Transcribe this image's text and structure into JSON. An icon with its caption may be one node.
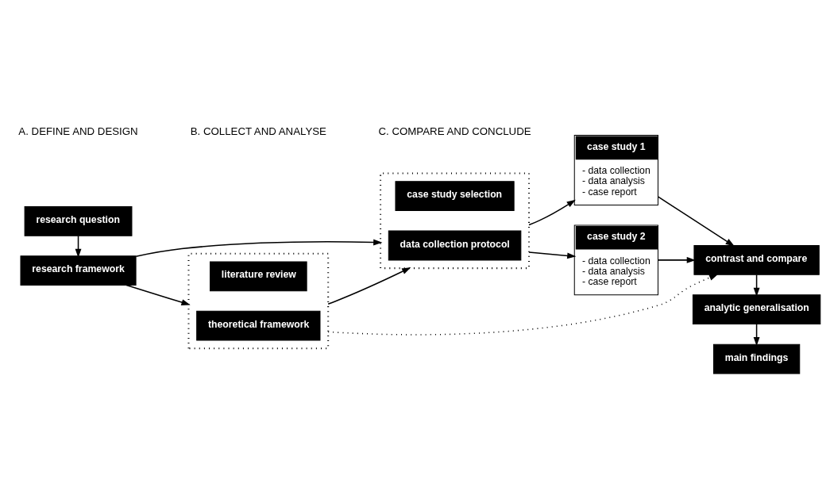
{
  "diagram": {
    "nodes": [
      {
        "text": [
          "research question"
        ]
      },
      {
        "text": [
          "research framework"
        ]
      },
      {
        "text": [],
        "shape": "box"
      },
      {
        "text": [
          "literature review"
        ],
        "in": 2
      },
      {
        "text": [
          "theoretical framework"
        ],
        "in": 2
      },
      {
        "text": [],
        "shape": "box"
      },
      {
        "text": [
          "case study selection"
        ],
        "in": 5
      },
      {
        "text": [
          "data collection protocol"
        ],
        "in": 5
      },
      {
        "text": [
          "case study 1",
          "- data collection",
          "- data analysis",
          "- case report"
        ]
      },
      {
        "text": [
          "case study 2",
          "- data collection",
          "- data analysis",
          "- case report"
        ]
      },
      {
        "text": [
          "contrast and compare"
        ]
      },
      {
        "text": [
          "analytic generalisation"
        ]
      },
      {
        "text": [
          "main findings"
        ]
      }
    ],
    "edges": [
      {
        "from": 0,
        "to": 1,
        "arrow": "to"
      },
      {
        "from": 1,
        "to": 2,
        "arrow": "to"
      },
      {
        "from": 1,
        "to": 5,
        "arrow": "to"
      },
      {
        "from": 2,
        "to": 5,
        "arrow": "to"
      },
      {
        "from": 2,
        "to": 10,
        "arrow": "to",
        "style": "dashed"
      },
      {
        "from": 5,
        "to": 8,
        "arrow": "to"
      },
      {
        "from": 5,
        "to": 9,
        "arrow": "to"
      },
      {
        "from": 8,
        "to": 10,
        "arrow": "to"
      },
      {
        "from": 9,
        "to": 10,
        "arrow": "to"
      },
      {
        "from": 10,
        "to": 11,
        "arrow": "to"
      },
      {
        "from": 11,
        "to": 12,
        "arrow": "to"
      }
    ],
    "labels": [
      "A. DEFINE AND DESIGN",
      "B. COLLECT AND ANALYSE",
      "C. COMPARE AND CONCLUDE"
    ]
  }
}
